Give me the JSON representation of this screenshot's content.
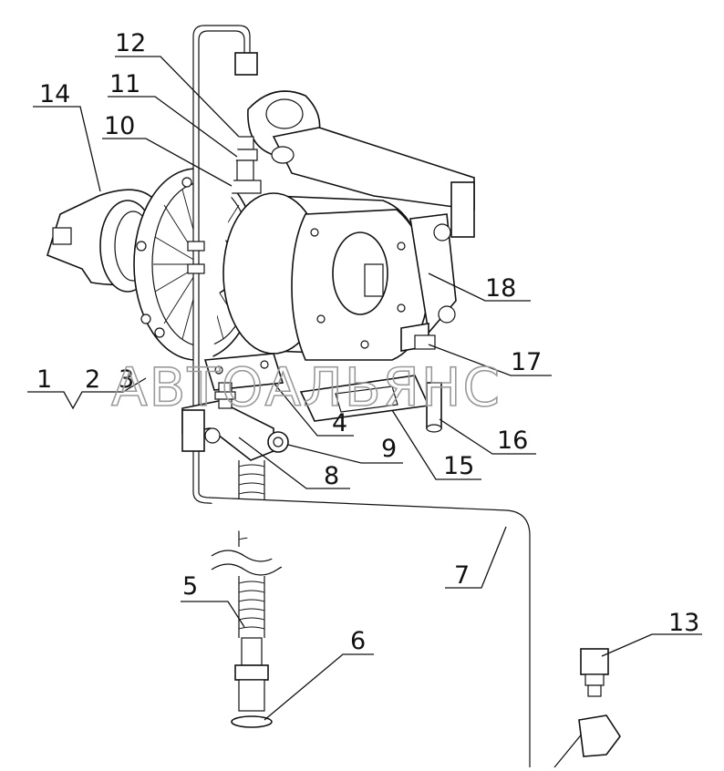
{
  "diagram": {
    "watermark": "АВТОАЛЬЯНС",
    "callouts": [
      {
        "id": "c14",
        "label": "14"
      },
      {
        "id": "c12",
        "label": "12"
      },
      {
        "id": "c11",
        "label": "11"
      },
      {
        "id": "c10",
        "label": "10"
      },
      {
        "id": "c18",
        "label": "18"
      },
      {
        "id": "c1",
        "label": "1"
      },
      {
        "id": "c2",
        "label": "2"
      },
      {
        "id": "c3",
        "label": "3"
      },
      {
        "id": "c4",
        "label": "4"
      },
      {
        "id": "c9",
        "label": "9"
      },
      {
        "id": "c8",
        "label": "8"
      },
      {
        "id": "c15",
        "label": "15"
      },
      {
        "id": "c16",
        "label": "16"
      },
      {
        "id": "c17",
        "label": "17"
      },
      {
        "id": "c7",
        "label": "7"
      },
      {
        "id": "c5",
        "label": "5"
      },
      {
        "id": "c6",
        "label": "6"
      },
      {
        "id": "c13",
        "label": "13"
      }
    ]
  }
}
